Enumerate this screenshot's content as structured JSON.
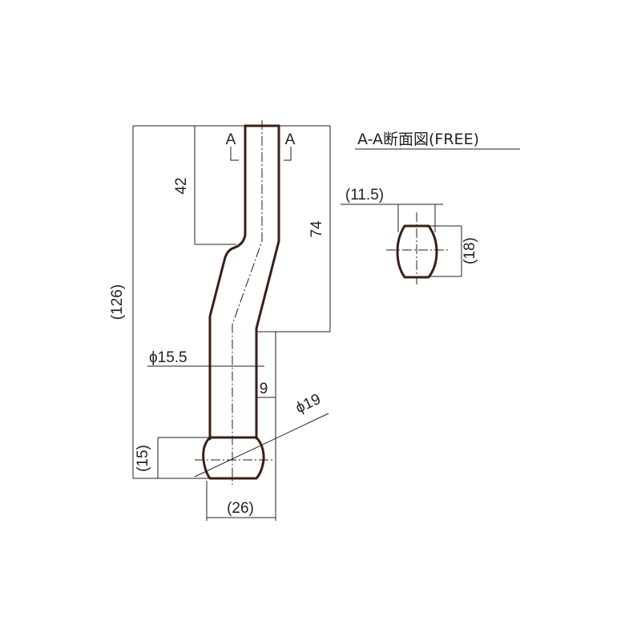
{
  "title": "A-A断面図(FREE)",
  "section_marks": {
    "left": "A",
    "right": "A"
  },
  "dimensions": {
    "overall_length": "(126)",
    "offset_height": "42",
    "upper_length": "74",
    "shaft_diameter": "ϕ15.5",
    "shaft_offset": "9",
    "ball_diameter": "ϕ19",
    "ball_height": "(15)",
    "overall_width": "(26)"
  },
  "section": {
    "width": "(11.5)",
    "height": "(18)"
  },
  "colors": {
    "outline": "#3a1f17",
    "dimension": "#231f20"
  }
}
